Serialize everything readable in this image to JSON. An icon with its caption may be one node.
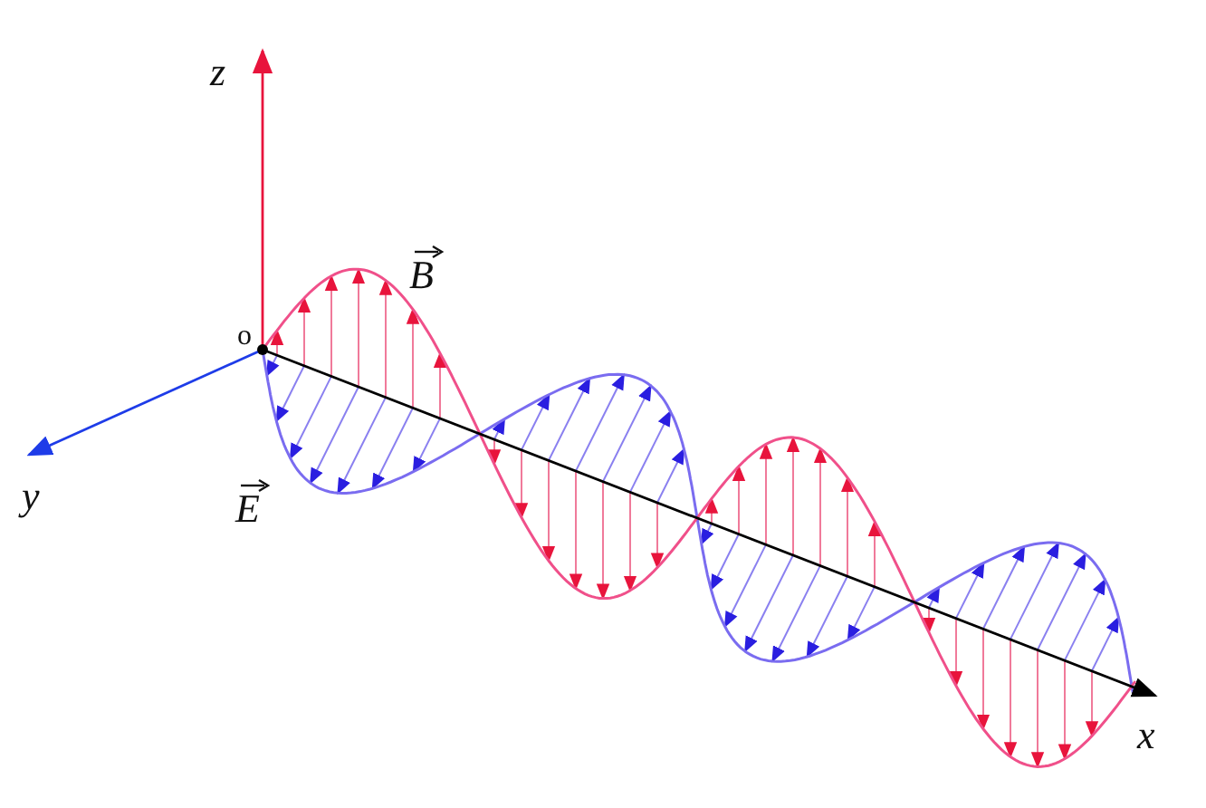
{
  "diagram": {
    "labels": [
      "z",
      "B",
      "o",
      "y",
      "E",
      "x"
    ]
  }
}
